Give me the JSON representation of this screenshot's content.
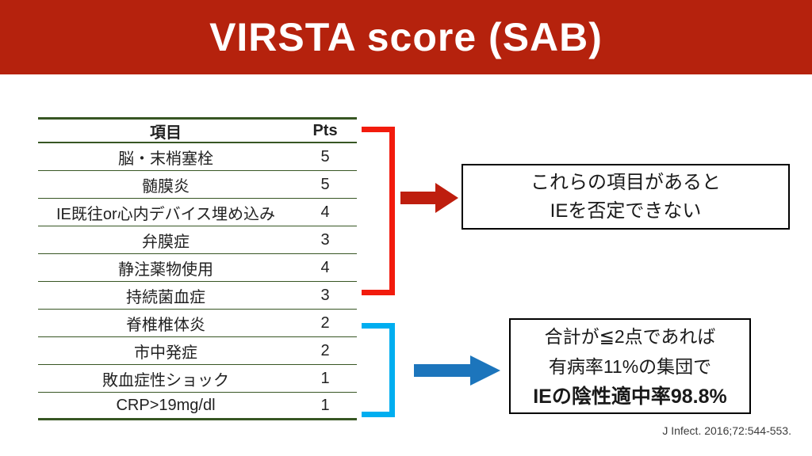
{
  "slide": {
    "title": "VIRSTA score (SAB)",
    "citation": "J Infect. 2016;72:544-553."
  },
  "table": {
    "header": {
      "item": "項目",
      "pts": "Pts"
    },
    "rows": [
      {
        "item": "脳・末梢塞栓",
        "pts": "5"
      },
      {
        "item": "髄膜炎",
        "pts": "5"
      },
      {
        "item": "IE既往or心内デバイス埋め込み",
        "pts": "4"
      },
      {
        "item": "弁膜症",
        "pts": "3"
      },
      {
        "item": "静注薬物使用",
        "pts": "4"
      },
      {
        "item": "持続菌血症",
        "pts": "3"
      },
      {
        "item": "脊椎椎体炎",
        "pts": "2"
      },
      {
        "item": "市中発症",
        "pts": "2"
      },
      {
        "item": "敗血症性ショック",
        "pts": "1"
      },
      {
        "item": "CRP>19mg/dl",
        "pts": "1"
      }
    ]
  },
  "annotations": {
    "high_risk_box": {
      "line1": "これらの項目があると",
      "line2": "IEを否定できない"
    },
    "low_risk_box": {
      "line1": "合計が≦2点であれば",
      "line2": "有病率11%の集団で",
      "line3": "IEの陰性適中率98.8%"
    }
  },
  "colors": {
    "banner_red": "#b5220d",
    "bracket_red": "#f21b0d",
    "arrow_dark_red": "#be1e0e",
    "bracket_blue": "#00aef0",
    "arrow_blue": "#1c75bc",
    "table_line_green": "#375623"
  }
}
